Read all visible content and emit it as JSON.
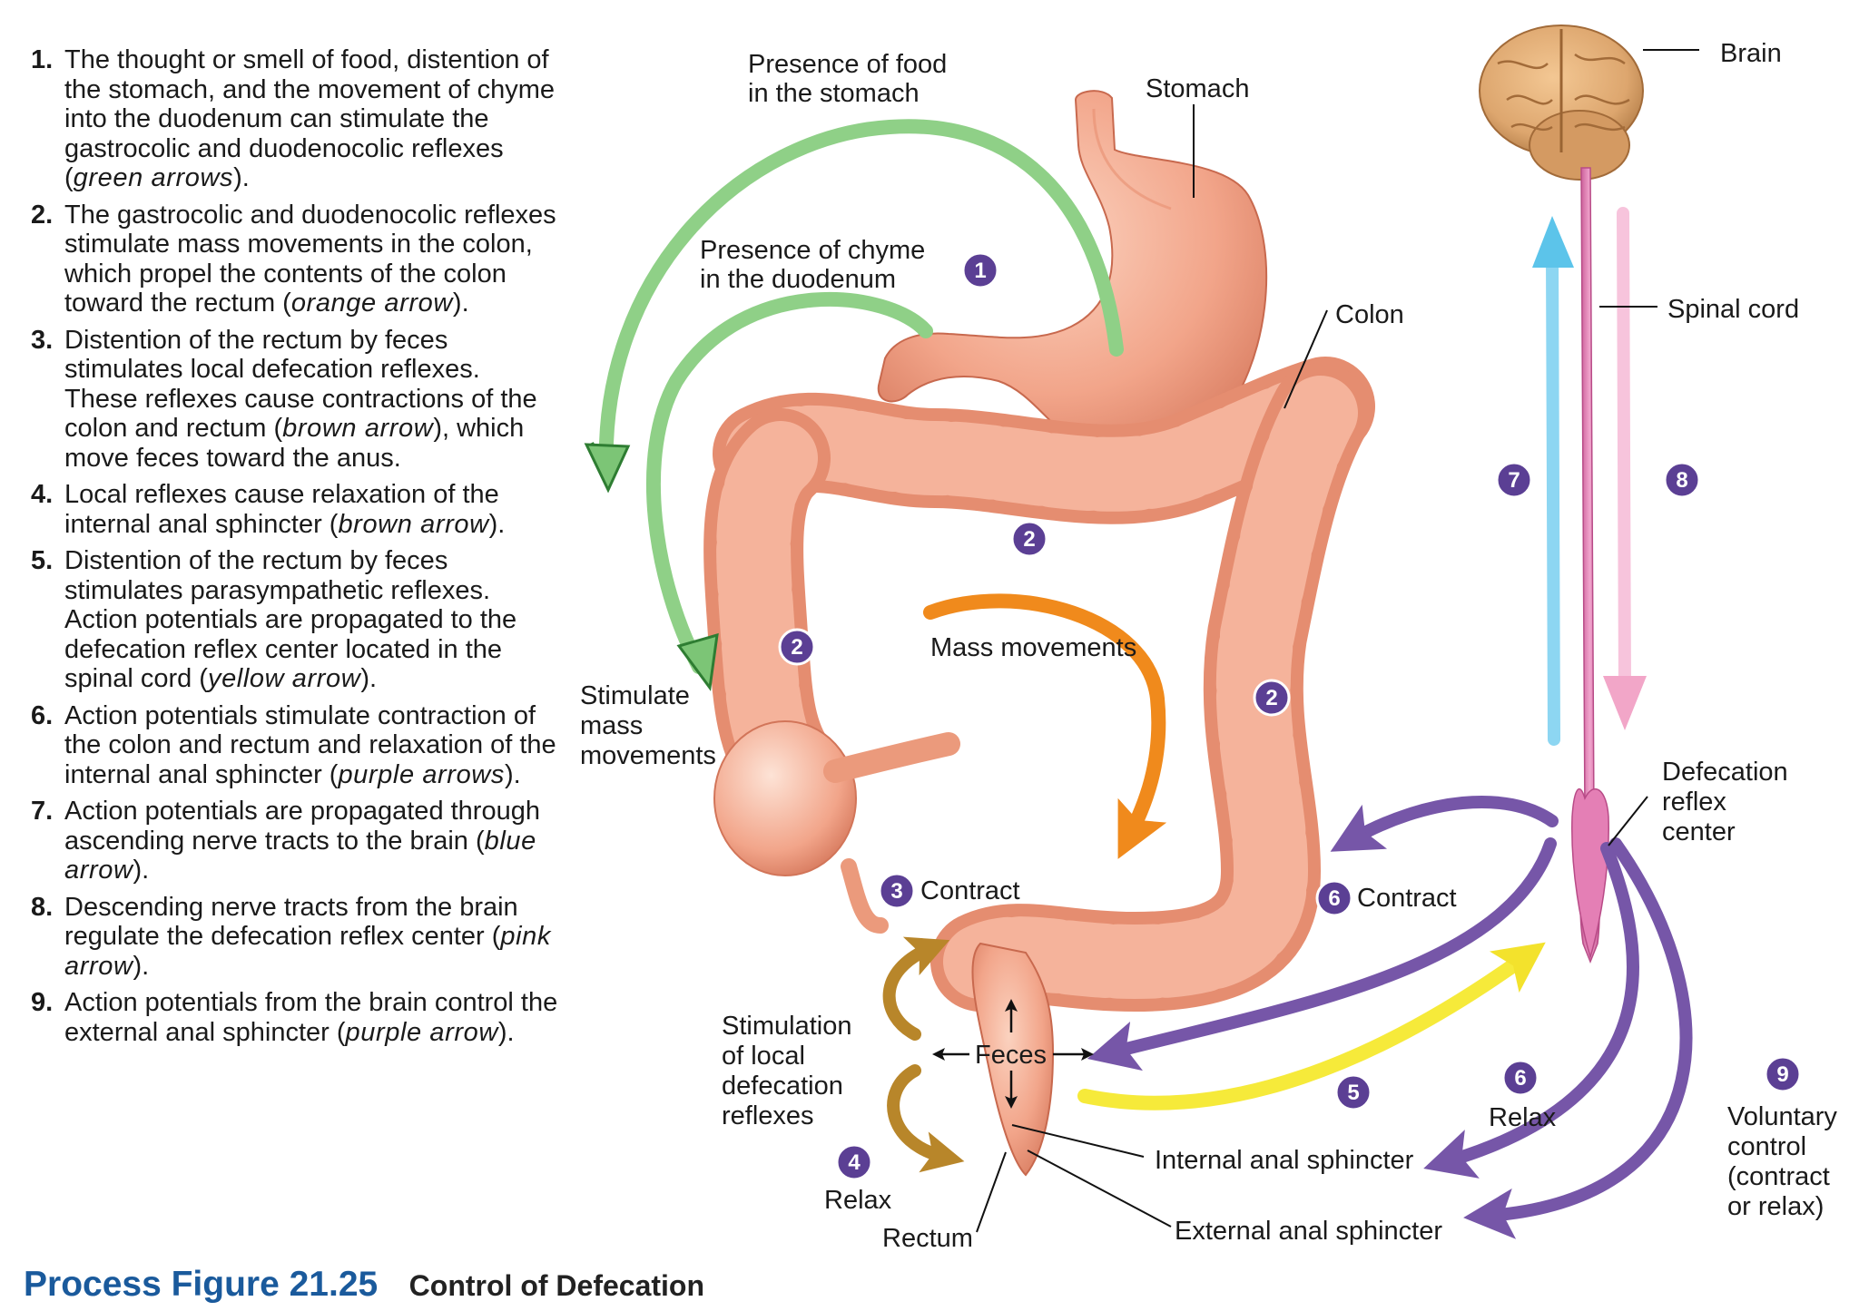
{
  "steps": [
    {
      "num": "1.",
      "parts": [
        "The thought or smell of food, distention of the stomach, and the movement of chyme into the duodenum can stimulate the gastrocolic and duodenocolic reflexes (",
        "green arrows",
        ")."
      ]
    },
    {
      "num": "2.",
      "parts": [
        "The gastrocolic and duodenocolic reflexes stimulate mass movements in the colon, which propel the contents of the colon toward the rectum (",
        "orange arrow",
        ")."
      ]
    },
    {
      "num": "3.",
      "parts": [
        "Distention of the rectum by feces stimulates local defecation reflexes. These reflexes cause contractions of the colon and rectum (",
        "brown arrow",
        "), which move feces toward the anus."
      ]
    },
    {
      "num": "4.",
      "parts": [
        "Local reflexes cause relaxation of the internal anal sphincter (",
        "brown arrow",
        ")."
      ]
    },
    {
      "num": "5.",
      "parts": [
        "Distention of the rectum by feces stimulates parasympathetic reflexes. Action potentials are propagated to the defecation reflex center located in the spinal cord (",
        "yellow arrow",
        ")."
      ]
    },
    {
      "num": "6.",
      "parts": [
        "Action potentials stimulate contraction of the colon and rectum and relaxation of the internal anal sphincter (",
        "purple arrows",
        ")."
      ]
    },
    {
      "num": "7.",
      "parts": [
        "Action potentials are propagated through ascending nerve tracts to the brain (",
        "blue arrow",
        ")."
      ]
    },
    {
      "num": "8.",
      "parts": [
        "Descending nerve tracts from the brain regulate the defecation reflex center (",
        "pink arrow",
        ")."
      ]
    },
    {
      "num": "9.",
      "parts": [
        "Action potentials from the brain control the external anal sphincter (",
        "purple arrow",
        ")."
      ]
    }
  ],
  "labels": {
    "food_1": "Presence of food",
    "food_2": "in the stomach",
    "stomach": "Stomach",
    "chyme_1": "Presence of chyme",
    "chyme_2": "in the duodenum",
    "colon": "Colon",
    "brain": "Brain",
    "spinal_cord": "Spinal cord",
    "mass_movements": "Mass movements",
    "stimulate_1": "Stimulate",
    "stimulate_2": "mass",
    "stimulate_3": "movements",
    "contract_local": "Contract",
    "contract_parasym": "Contract",
    "center_1": "Defecation",
    "center_2": "reflex",
    "center_3": "center",
    "stim_local_1": "Stimulation",
    "stim_local_2": "of local",
    "stim_local_3": "defecation",
    "stim_local_4": "reflexes",
    "feces": "Feces",
    "relax_local": "Relax",
    "relax_parasym": "Relax",
    "internal_sphincter": "Internal anal sphincter",
    "external_sphincter": "External anal sphincter",
    "rectum": "Rectum",
    "voluntary_1": "Voluntary",
    "voluntary_2": "control",
    "voluntary_3": "(contract",
    "voluntary_4": "or relax)"
  },
  "badges": {
    "b1": "1",
    "b2a": "2",
    "b2b": "2",
    "b2c": "2",
    "b3": "3",
    "b4": "4",
    "b5": "5",
    "b6a": "6",
    "b6b": "6",
    "b7": "7",
    "b8": "8",
    "b9": "9"
  },
  "colors": {
    "green": "#7cc576",
    "green_dark": "#2e7d32",
    "orange": "#f08a1c",
    "brown": "#b8862a",
    "yellow": "#f6ea3a",
    "purple": "#7656a8",
    "blue": "#5cc4ea",
    "pink": "#f2a6c8",
    "badge": "#5b3f94",
    "organ": "#f2a58a",
    "organ_dark": "#d9735a",
    "spinal": "#e07bb0",
    "brain": "#dda66e",
    "caption_blue": "#1a5a9c"
  },
  "caption": {
    "figure": "Process Figure 21.25",
    "title": "Control of Defecation"
  }
}
